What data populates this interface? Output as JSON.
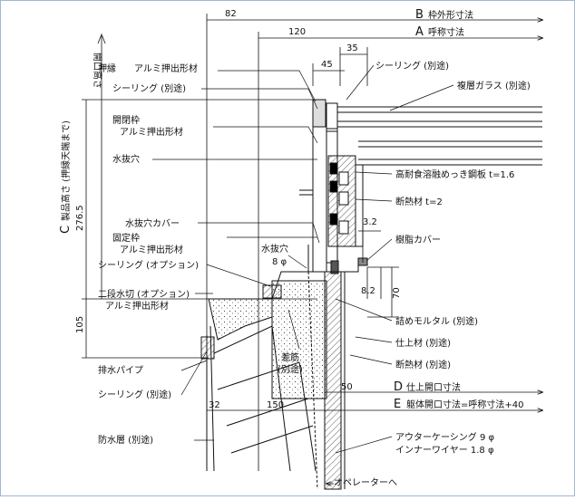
{
  "dims": {
    "d82": "82",
    "d120": "120",
    "d35": "35",
    "d45": "45",
    "d276": "276.5",
    "d105": "105",
    "d32": "32",
    "d150": "150",
    "d50": "50",
    "d32b": "3.2",
    "d82b": "8.2",
    "d70": "70"
  },
  "headers": {
    "b": {
      "letter": "B",
      "text": "枠外形寸法"
    },
    "a": {
      "letter": "A",
      "text": "呼称寸法"
    },
    "d": {
      "letter": "D",
      "text": "仕上開口寸法"
    },
    "e": {
      "letter": "E",
      "text": "躯体開口寸法=呼称寸法+40"
    },
    "c": {
      "letter": "C",
      "text": "製品高さ (押縁天端まで)"
    },
    "opening_height": "開口高さ"
  },
  "left_labels": {
    "oshibuchi": "押縁",
    "alumi1": "アルミ押出形材",
    "sealing1": "シーリング (別途)",
    "kaihei": "開閉枠",
    "alumi2": "アルミ押出形材",
    "mizunuki": "水抜穴",
    "mizunuki_cover": "水抜穴カバー",
    "kotei": "固定枠",
    "alumi3": "アルミ押出形材",
    "sealing_opt": "シーリング (オプション)",
    "nidan": "二段水切 (オプション)",
    "alumi4": "アルミ押出形材",
    "drain": "排水パイプ",
    "sealing2": "シーリング (別途)",
    "waterproof": "防水層 (別途)"
  },
  "mid_labels": {
    "mizunuki2": "水抜穴",
    "phi8": "8 φ",
    "sashi": "差筋",
    "sashi_betto": "(別途)"
  },
  "right_labels": {
    "sealing_top": "シーリング (別途)",
    "glass": "複層ガラス (別途)",
    "steel": "高耐食溶融めっき鋼板 t=1.6",
    "insul": "断熱材 t=2",
    "resin": "樹脂カバー",
    "mortar": "詰めモルタル (別途)",
    "finish": "仕上材 (別途)",
    "insul2": "断熱材 (別途)",
    "casing": "アウターケーシング 9 φ",
    "wire": "インナーワイヤー 1.8 φ",
    "operator": "オペレーターへ"
  }
}
